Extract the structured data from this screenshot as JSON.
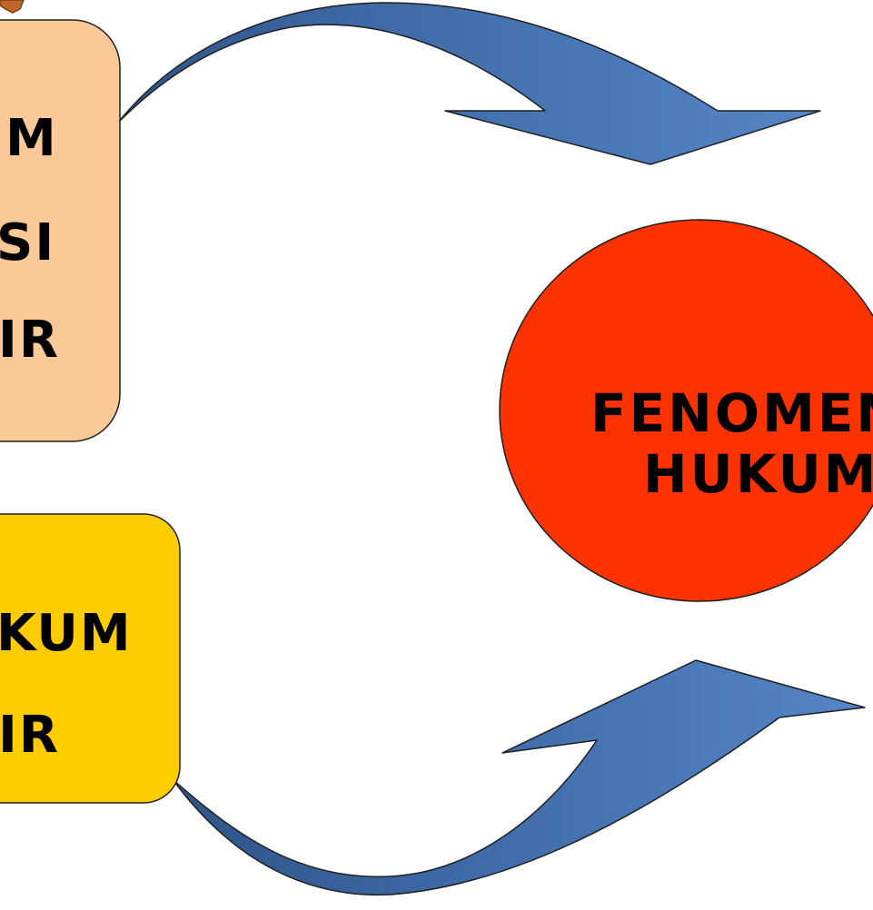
{
  "top_box": {
    "lines": [
      "M",
      "SI",
      "IR"
    ],
    "fill": "#FBC997"
  },
  "bottom_box": {
    "lines": [
      "KUM",
      "IR"
    ],
    "fill": "#FFCC00"
  },
  "ellipse": {
    "lines": [
      "FENOMEN",
      "HUKUM"
    ],
    "fill": "#FF3300"
  },
  "arrows": {
    "fill_light": "#4F81BD",
    "fill_dark": "#385D8A"
  },
  "corner_decoration": {
    "fill": "#C0662B"
  }
}
